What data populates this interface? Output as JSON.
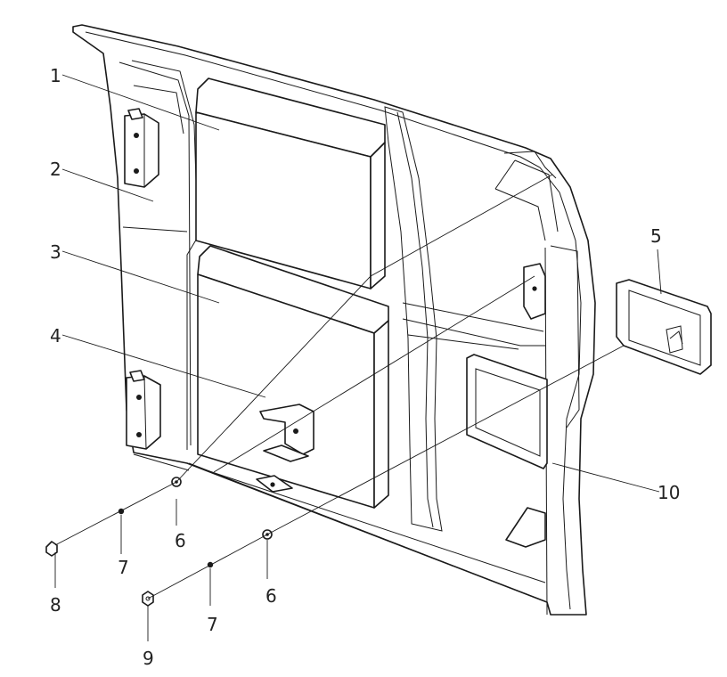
{
  "callouts": [
    {
      "id": "1",
      "label": "1"
    },
    {
      "id": "2",
      "label": "2"
    },
    {
      "id": "3",
      "label": "3"
    },
    {
      "id": "4",
      "label": "4"
    },
    {
      "id": "5",
      "label": "5"
    },
    {
      "id": "6a",
      "label": "6"
    },
    {
      "id": "6b",
      "label": "6"
    },
    {
      "id": "7a",
      "label": "7"
    },
    {
      "id": "7b",
      "label": "7"
    },
    {
      "id": "8",
      "label": "8"
    },
    {
      "id": "9",
      "label": "9"
    },
    {
      "id": "10",
      "label": "10"
    }
  ],
  "colors": {
    "line": "#1a1a1a",
    "watermark": "#9a9a9a",
    "background": "#ffffff"
  }
}
